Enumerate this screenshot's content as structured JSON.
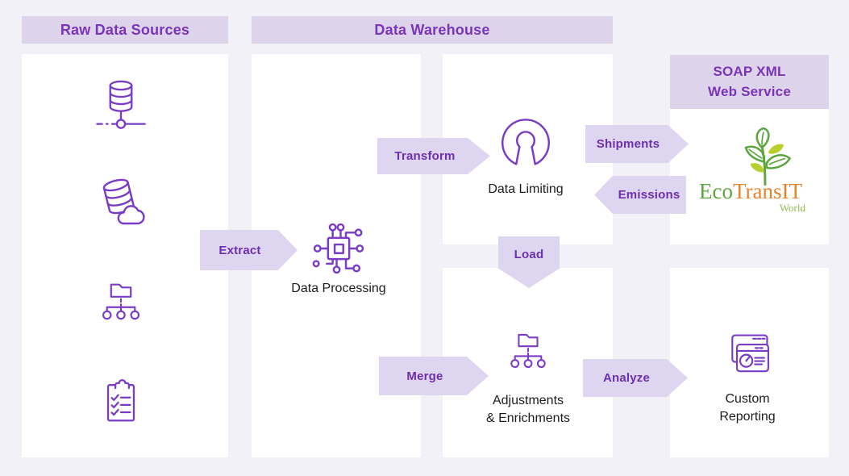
{
  "colors": {
    "background": "#f1f1f7",
    "panel": "#ffffff",
    "header_bg": "#ddd4ec",
    "header_text": "#7a34b8",
    "arrow_bg": "#ded5f0",
    "arrow_text": "#6d2fae",
    "icon_stroke": "#7a3cc6",
    "node_label": "#1d1d1f",
    "logo_green": "#5ba53c",
    "logo_orange": "#e8832c",
    "logo_light_green": "#8fbc4f",
    "logo_leaf_accent": "#b9cf2e"
  },
  "sections": {
    "raw_data_sources": {
      "title": "Raw Data Sources",
      "icons": [
        "networked-database",
        "cloud-database",
        "folder-hierarchy",
        "checklist-clipboard"
      ]
    },
    "data_warehouse": {
      "title": "Data Warehouse"
    },
    "soap_service": {
      "title_line1": "SOAP XML",
      "title_line2": "Web Service"
    }
  },
  "nodes": {
    "data_processing": {
      "label": "Data Processing",
      "icon": "cpu-chip"
    },
    "data_limiting": {
      "label": "Data Limiting",
      "icon": "keyhole-ring"
    },
    "adjustments_enrichments": {
      "label_line1": "Adjustments",
      "label_line2": "& Enrichments",
      "icon": "folder-hierarchy"
    },
    "custom_reporting": {
      "label_line1": "Custom",
      "label_line2": "Reporting",
      "icon": "report-windows"
    },
    "ecotransit_logo": {
      "eco": "Eco",
      "transit": "TransIT",
      "world": "World"
    }
  },
  "arrows": {
    "extract": {
      "label": "Extract",
      "direction": "right"
    },
    "transform": {
      "label": "Transform",
      "direction": "right"
    },
    "shipments": {
      "label": "Shipments",
      "direction": "right"
    },
    "emissions": {
      "label": "Emissions",
      "direction": "left"
    },
    "load": {
      "label": "Load",
      "direction": "down"
    },
    "merge": {
      "label": "Merge",
      "direction": "right"
    },
    "analyze": {
      "label": "Analyze",
      "direction": "right"
    }
  }
}
